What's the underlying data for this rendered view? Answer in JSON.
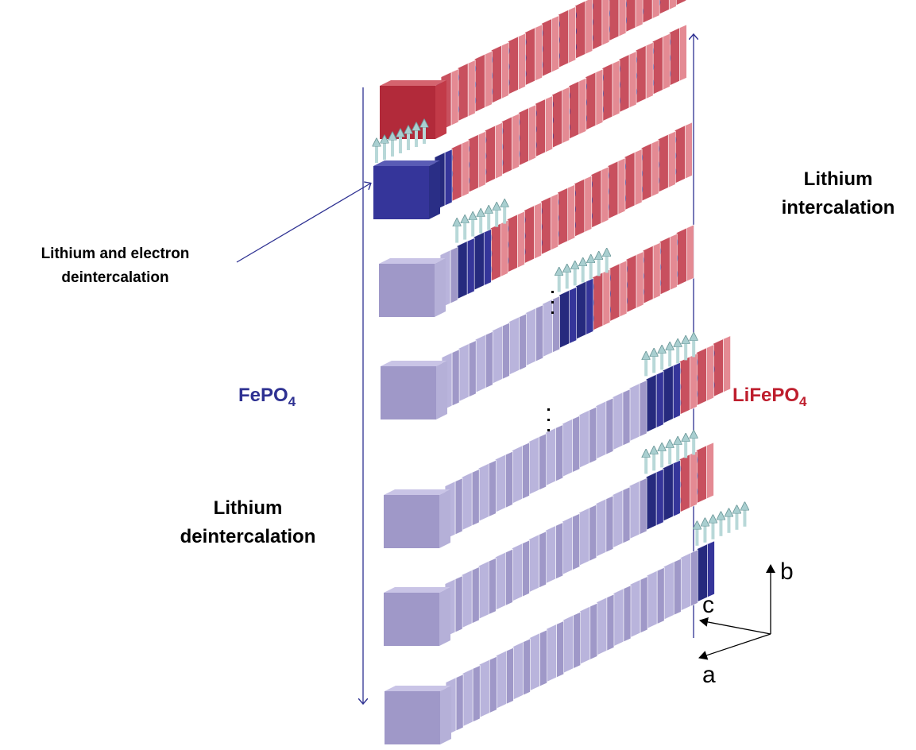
{
  "labels": {
    "lithium_intercalation_line1": "Lithium",
    "lithium_intercalation_line2": "intercalation",
    "electron_deintercalation_line1": "Lithium and electron",
    "electron_deintercalation_line2": "deintercalation",
    "lithium_deintercalation_line1": "Lithium",
    "lithium_deintercalation_line2": "deintercalation",
    "fepo4_main": "FePO",
    "fepo4_sub": "4",
    "lifepo4_main": "LiFePO",
    "lifepo4_sub": "4"
  },
  "axes": {
    "a": "a",
    "b": "b",
    "c": "c"
  },
  "colors": {
    "fepo4_text": "#2e3192",
    "lifepo4_text": "#be1e2d",
    "arrow_line": "#2e3192",
    "lifepo4_front": "#b22a3a",
    "lifepo4_face": "#e48a93",
    "fepo4_face": "#9f98c8",
    "interface_blue": "#35359a",
    "li_arrow": "#b8d8d8"
  }
}
